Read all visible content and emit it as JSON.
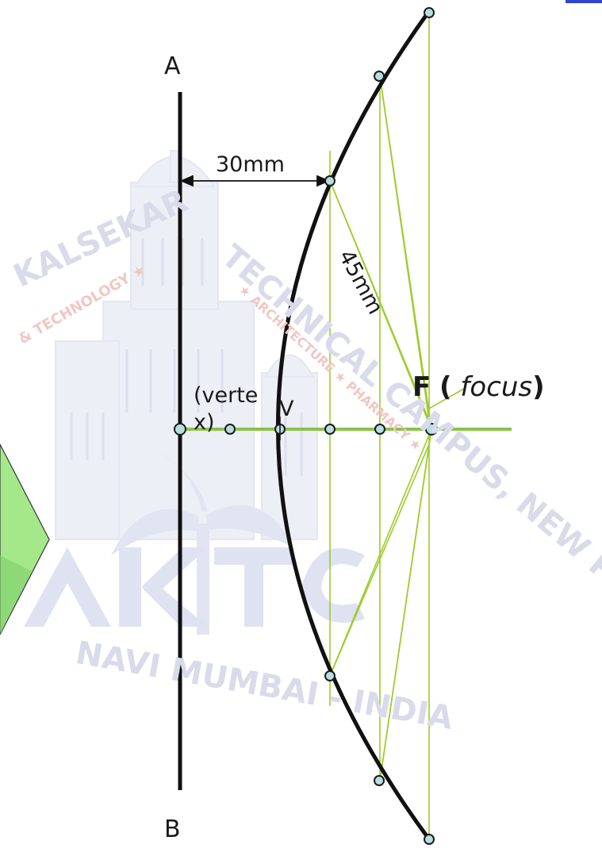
{
  "labels": {
    "line_top": "A",
    "line_bottom": "B",
    "distance_30": "30mm",
    "distance_45": "45mm",
    "vertex_part1": "(verte",
    "vertex_part2": "x)",
    "vertex_letter": "V",
    "focus_letter": "F",
    "focus_open": "(",
    "focus_word": "focus",
    "focus_close": ")"
  },
  "watermark": {
    "text_top_left": "KALSEKAR",
    "text_top_left_small": "& TECHNOLOGY ★",
    "text_top_right": "TECHNICAL CAMPUS, NEW PANVEL",
    "text_top_right_small": "★ ARCHITECTURE ★ PHARMACY ★",
    "logo": "AKTC",
    "text_bottom": "NAVI MUMBAI - INDIA"
  },
  "colors": {
    "curve": "#111111",
    "construction": "#9ccc2a",
    "axis": "#8bc34a",
    "point_fill": "#b7dde0",
    "watermark": "#d8dcec",
    "panel": "#a5e88a"
  }
}
